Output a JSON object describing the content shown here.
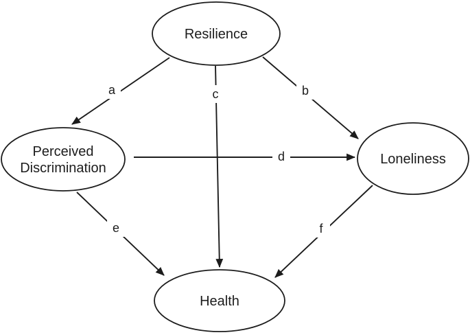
{
  "diagram": {
    "type": "path-model",
    "colors": {
      "background": "#ffffff",
      "stroke": "#1c1c1c",
      "text": "#1c1c1c"
    },
    "nodes": {
      "resilience": {
        "label": "Resilience"
      },
      "perceived_discrimination": {
        "label": "Perceived Discrimination",
        "label_line1": "Perceived",
        "label_line2": "Discrimination"
      },
      "loneliness": {
        "label": "Loneliness"
      },
      "health": {
        "label": "Health"
      }
    },
    "edges": {
      "a": {
        "label": "a",
        "from": "Resilience",
        "to": "Perceived Discrimination"
      },
      "b": {
        "label": "b",
        "from": "Resilience",
        "to": "Loneliness"
      },
      "c": {
        "label": "c",
        "from": "Resilience",
        "to": "Health"
      },
      "d": {
        "label": "d",
        "from": "Perceived Discrimination",
        "to": "Loneliness"
      },
      "e": {
        "label": "e",
        "from": "Perceived Discrimination",
        "to": "Health"
      },
      "f": {
        "label": "f",
        "from": "Loneliness",
        "to": "Health"
      }
    }
  }
}
